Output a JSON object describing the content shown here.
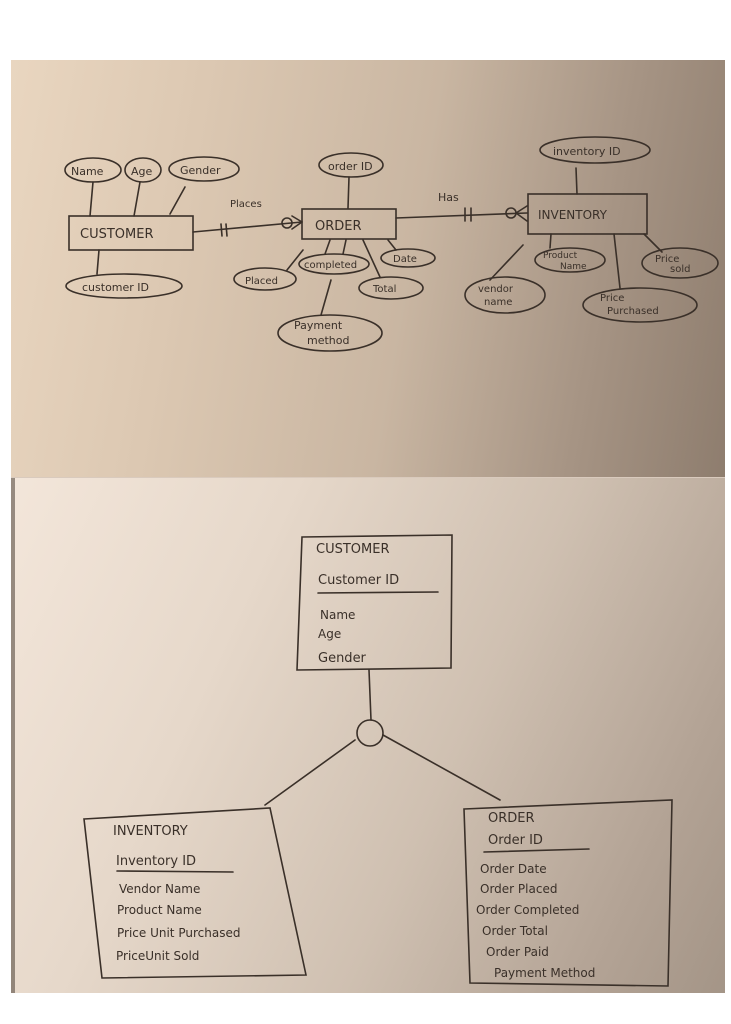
{
  "er_diagram": {
    "entities": [
      {
        "name": "CUSTOMER",
        "attributes": [
          "Name",
          "Age",
          "Gender",
          "customer ID"
        ]
      },
      {
        "name": "ORDER",
        "attributes": [
          "order ID",
          "Placed",
          "completed",
          "Date",
          "Total",
          "Payment Method"
        ]
      },
      {
        "name": "INVENTORY",
        "attributes": [
          "inventory ID",
          "vendor name",
          "Product Name",
          "Price Purchased",
          "Price sold"
        ]
      }
    ],
    "relationships": [
      {
        "label": "Places",
        "from": "CUSTOMER",
        "to": "ORDER"
      },
      {
        "label": "Has",
        "from": "ORDER",
        "to": "INVENTORY"
      }
    ],
    "labels": {
      "customer": "CUSTOMER",
      "order": "ORDER",
      "inventory": "INVENTORY",
      "name": "Name",
      "age": "Age",
      "gender": "Gender",
      "customer_id": "customer ID",
      "order_id": "order ID",
      "placed": "Placed",
      "completed": "completed",
      "date": "Date",
      "total": "Total",
      "payment_1": "Payment",
      "payment_2": "method",
      "inventory_id": "inventory ID",
      "vendor_1": "vendor",
      "vendor_2": "name",
      "product_1": "Product",
      "product_2": "Name",
      "price_p_1": "Price",
      "price_p_2": "Purchased",
      "price_s_1": "Price",
      "price_s_2": "sold",
      "places": "Places",
      "has": "Has"
    }
  },
  "class_diagram": {
    "customer": {
      "title": "CUSTOMER",
      "key": "Customer ID",
      "fields": [
        "Name",
        "Age",
        "Gender"
      ]
    },
    "inventory": {
      "title": "INVENTORY",
      "key": "Inventory ID",
      "fields": [
        "Vendor Name",
        "Product Name",
        "Price Unit Purchased",
        "PriceUnit Sold"
      ]
    },
    "order": {
      "title": "ORDER",
      "key": "Order ID",
      "fields": [
        "Order Date",
        "Order Placed",
        "Order Completed",
        "Order Total",
        "Order Paid",
        "Payment Method"
      ]
    }
  }
}
